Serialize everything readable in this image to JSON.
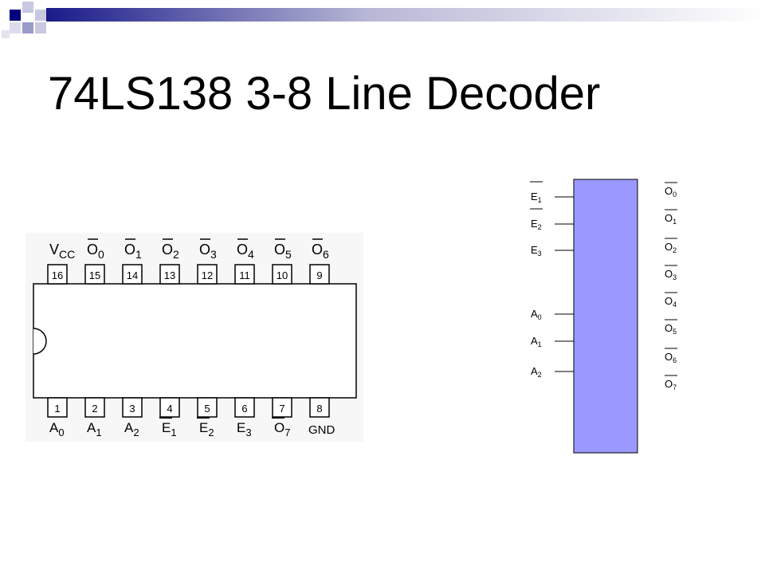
{
  "title": "74LS138 3-8 Line Decoder",
  "colors": {
    "block": "#9999ff",
    "accent": "#000080",
    "banner_fade": "#d6d6e8"
  },
  "dip": {
    "top_pins": [
      {
        "num": "16",
        "label": "V",
        "sub": "CC",
        "bar": false
      },
      {
        "num": "15",
        "label": "O",
        "sub": "0",
        "bar": true
      },
      {
        "num": "14",
        "label": "O",
        "sub": "1",
        "bar": true
      },
      {
        "num": "13",
        "label": "O",
        "sub": "2",
        "bar": true
      },
      {
        "num": "12",
        "label": "O",
        "sub": "3",
        "bar": true
      },
      {
        "num": "11",
        "label": "O",
        "sub": "4",
        "bar": true
      },
      {
        "num": "10",
        "label": "O",
        "sub": "5",
        "bar": true
      },
      {
        "num": "9",
        "label": "O",
        "sub": "6",
        "bar": true
      }
    ],
    "bottom_pins": [
      {
        "num": "1",
        "label": "A",
        "sub": "0",
        "bar": false
      },
      {
        "num": "2",
        "label": "A",
        "sub": "1",
        "bar": false
      },
      {
        "num": "3",
        "label": "A",
        "sub": "2",
        "bar": false
      },
      {
        "num": "4",
        "label": "E",
        "sub": "1",
        "bar": true
      },
      {
        "num": "5",
        "label": "E",
        "sub": "2",
        "bar": true
      },
      {
        "num": "6",
        "label": "E",
        "sub": "3",
        "bar": false
      },
      {
        "num": "7",
        "label": "O",
        "sub": "7",
        "bar": true
      },
      {
        "num": "8",
        "label": "GND",
        "sub": "",
        "bar": false
      }
    ]
  },
  "block": {
    "enable_inputs": [
      {
        "label": "E",
        "sub": "1",
        "bar": true
      },
      {
        "label": "E",
        "sub": "2",
        "bar": true
      },
      {
        "label": "E",
        "sub": "3",
        "bar": false
      }
    ],
    "address_inputs": [
      {
        "label": "A",
        "sub": "0",
        "bar": false
      },
      {
        "label": "A",
        "sub": "1",
        "bar": false
      },
      {
        "label": "A",
        "sub": "2",
        "bar": false
      }
    ],
    "outputs": [
      {
        "label": "O",
        "sub": "0",
        "bar": true
      },
      {
        "label": "O",
        "sub": "1",
        "bar": true
      },
      {
        "label": "O",
        "sub": "2",
        "bar": true
      },
      {
        "label": "O",
        "sub": "3",
        "bar": true
      },
      {
        "label": "O",
        "sub": "4",
        "bar": true
      },
      {
        "label": "O",
        "sub": "5",
        "bar": true
      },
      {
        "label": "O",
        "sub": "6",
        "bar": true
      },
      {
        "label": "O",
        "sub": "7",
        "bar": true
      }
    ]
  }
}
